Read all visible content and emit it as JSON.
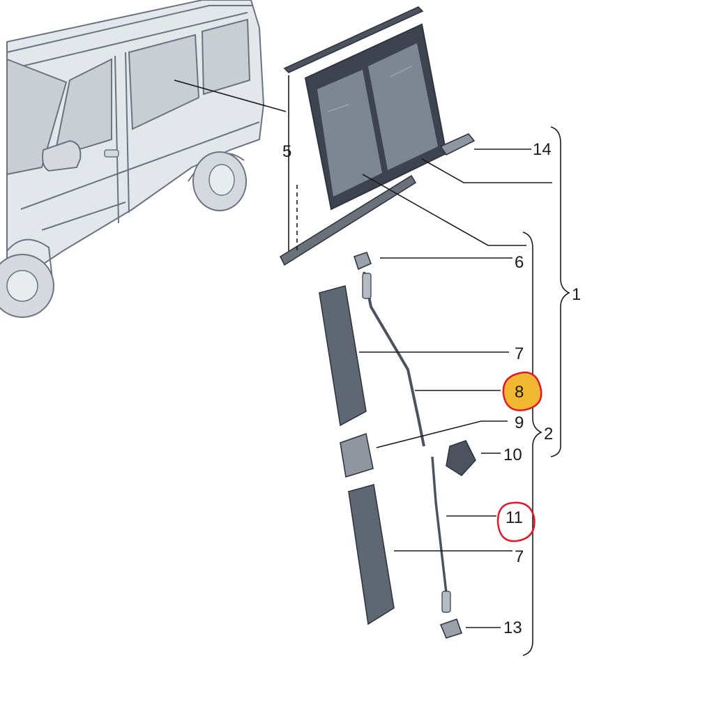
{
  "diagram": {
    "callouts": [
      {
        "id": "14",
        "label": "14"
      },
      {
        "id": "5",
        "label": "5"
      },
      {
        "id": "6",
        "label": "6"
      },
      {
        "id": "1",
        "label": "1"
      },
      {
        "id": "7a",
        "label": "7"
      },
      {
        "id": "8",
        "label": "8"
      },
      {
        "id": "9",
        "label": "9"
      },
      {
        "id": "2",
        "label": "2"
      },
      {
        "id": "10",
        "label": "10"
      },
      {
        "id": "11",
        "label": "11"
      },
      {
        "id": "7b",
        "label": "7"
      },
      {
        "id": "13",
        "label": "13"
      }
    ],
    "highlights": {
      "callout_8": {
        "fill": "#f2b731",
        "stroke": "#e0182a"
      },
      "callout_11": {
        "stroke": "#e0182a"
      }
    },
    "colors": {
      "van_body": "#e3e6ea",
      "van_outline": "#6b7380",
      "glass": "#7d8791",
      "frame": "#3d4450",
      "trim": "#5f6772"
    }
  }
}
